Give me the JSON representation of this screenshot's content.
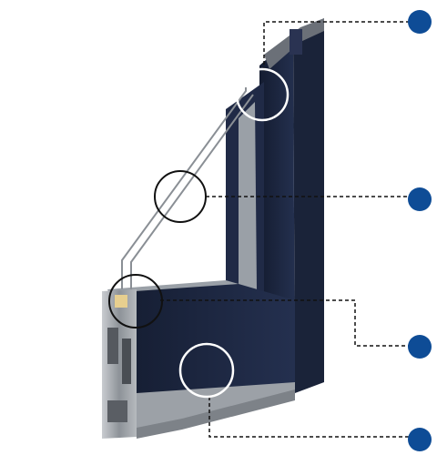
{
  "colors": {
    "frame_dark": "#1c2640",
    "frame_mid": "#283356",
    "aluminum": "#a9adb3",
    "aluminum_dark": "#6f747b",
    "callout_line": "#111111",
    "marker": "#0e4c96",
    "lens_ring": "#ffffff"
  },
  "markers": [
    {
      "id": "marker-1",
      "icon": "circle-marker"
    },
    {
      "id": "marker-2",
      "icon": "circle-marker"
    },
    {
      "id": "marker-3",
      "icon": "circle-marker"
    },
    {
      "id": "marker-4",
      "icon": "circle-marker"
    }
  ]
}
